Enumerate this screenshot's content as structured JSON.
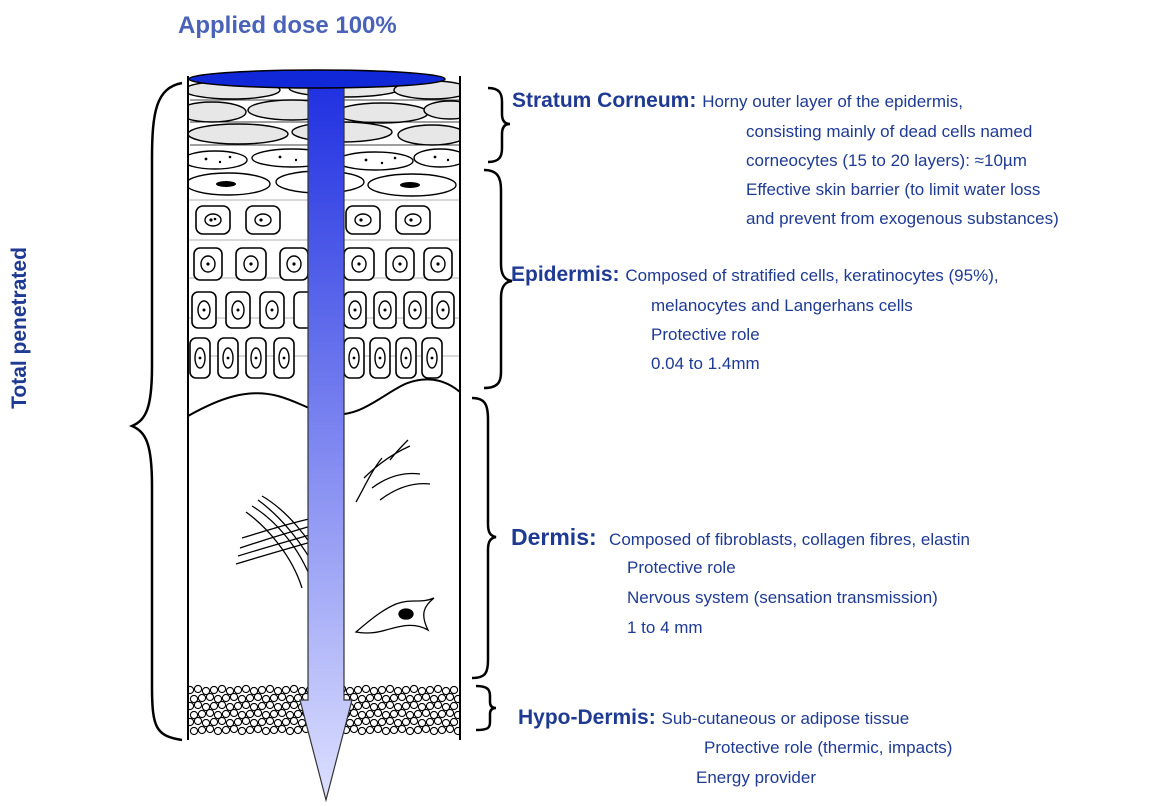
{
  "title": "Applied dose 100%",
  "side_label": "Total penetrated",
  "layers": [
    {
      "name": "Stratum Corneum:",
      "lines": [
        "Horny outer layer of the epidermis,",
        "consisting mainly of dead cells named",
        "corneocytes (15 to 20 layers): ≈10µm",
        "Effective skin barrier (to limit water loss",
        "and prevent from exogenous substances)"
      ]
    },
    {
      "name": "Epidermis:",
      "lines": [
        "Composed of stratified cells, keratinocytes (95%),",
        "melanocytes and Langerhans cells",
        "Protective role",
        "0.04 to 1.4mm"
      ]
    },
    {
      "name": "Dermis:",
      "lines": [
        "Composed of fibroblasts, collagen fibres, elastin",
        "Protective role",
        "Nervous system (sensation transmission)",
        "1 to 4 mm"
      ]
    },
    {
      "name": "Hypo-Dermis:",
      "lines": [
        "Sub-cutaneous or adipose tissue",
        "Protective role (thermic, impacts)",
        "Energy provider"
      ]
    }
  ],
  "colors": {
    "title": "#4a62b8",
    "text": "#1f3a93",
    "arrow_top": "#1e2fe0",
    "arrow_bottom": "#dde0ff",
    "ink": "#000000"
  }
}
